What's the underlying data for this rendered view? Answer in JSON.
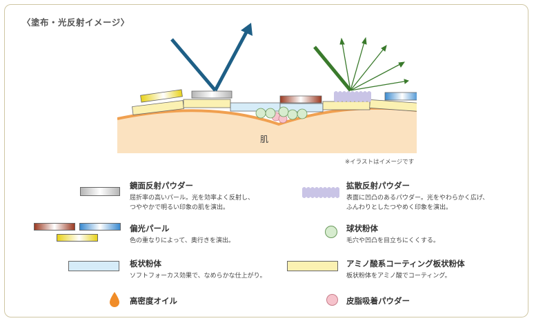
{
  "title": "〈塗布・光反射イメージ〉",
  "skin_label": "肌",
  "note": "※イラストはイメージです",
  "legend": {
    "mirror": {
      "name": "鏡面反射パウダー",
      "desc1": "屈折率の高いパール。光を効率よく反射し、",
      "desc2": "つややかで明るい印象の肌を演出。"
    },
    "diffuse": {
      "name": "拡散反射パウダー",
      "desc1": "表面に凹凸のあるパウダー。光をやわらかく広げ、",
      "desc2": "ふんわりとしたつやめく印象を演出。"
    },
    "pearl": {
      "name": "偏光パール",
      "desc1": "色の重なりによって、奥行きを演出。"
    },
    "sphere": {
      "name": "球状粉体",
      "desc1": "毛穴や凹凸を目立ちにくくする。"
    },
    "plate": {
      "name": "板状粉体",
      "desc1": "ソフトフォーカス効果で、なめらかな仕上がり。"
    },
    "amino": {
      "name": "アミノ酸系コーティング板状粉体",
      "desc1": "板状粉体をアミノ酸でコーティング。"
    },
    "oil": {
      "name": "高密度オイル"
    },
    "sebum": {
      "name": "皮脂吸着パウダー"
    }
  },
  "colors": {
    "skin": "#fbe2c0",
    "skin_line": "#f0a050",
    "mirror_arrow": "#1e5f86",
    "diffuse_arrow": "#3a7a2c",
    "plate": "#d6ecf8",
    "amino": "#fbf1b2",
    "sphere": "#d7eccf",
    "sebum": "#f6c3cc",
    "oil": "#f08c28",
    "diffuse_powder": "#c9c4e6"
  },
  "icons": {
    "oil": "droplet-icon",
    "sphere": "sphere-icon",
    "sebum": "sphere-icon"
  }
}
